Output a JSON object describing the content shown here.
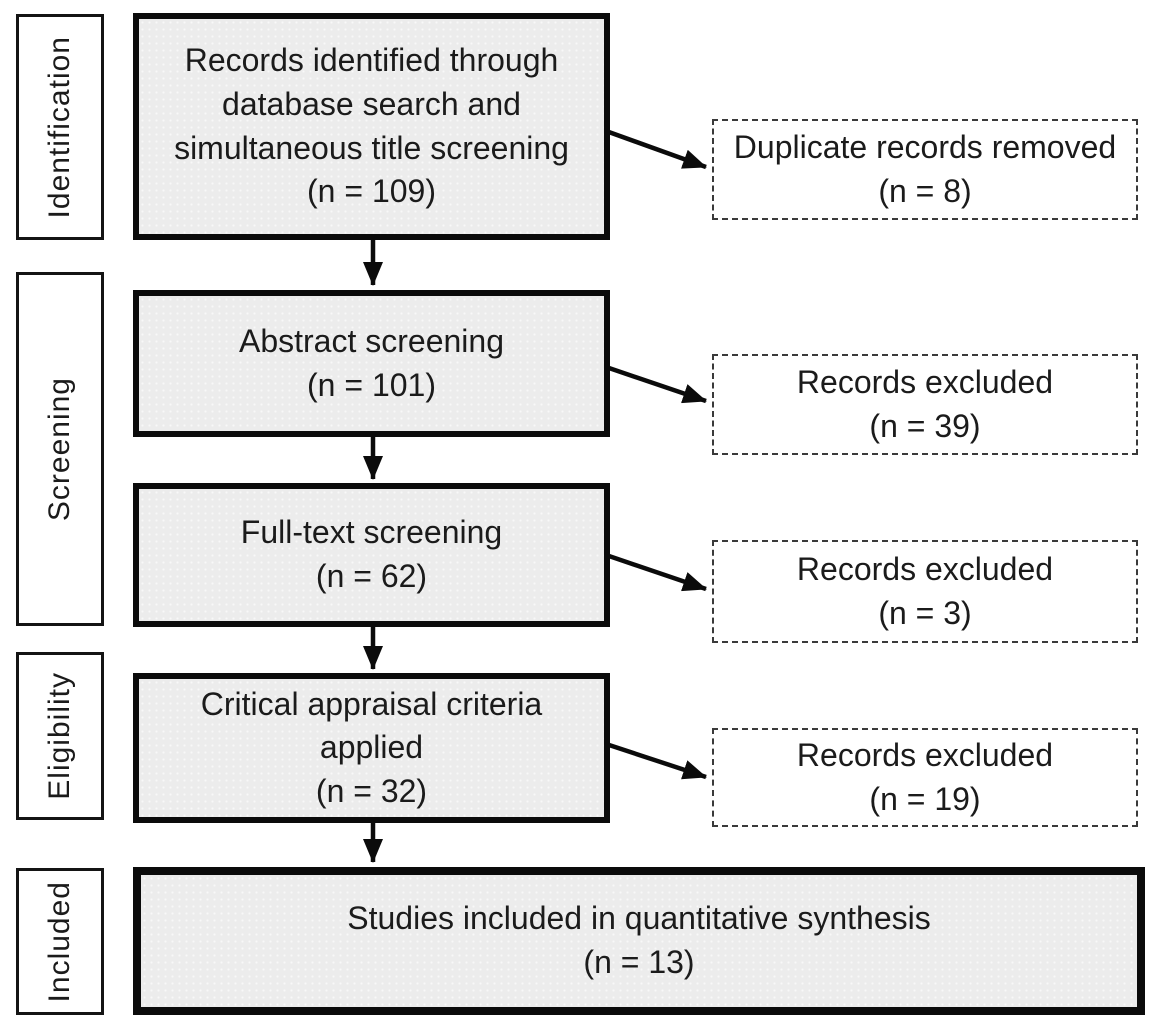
{
  "flow": {
    "stage_labels": [
      {
        "label": "Identification"
      },
      {
        "label": "Screening"
      },
      {
        "label": "Eligibility"
      },
      {
        "label": "Included"
      }
    ],
    "process_boxes": [
      {
        "text": "Records identified through\ndatabase search and\nsimultaneous title screening",
        "count": "(n = 109)"
      },
      {
        "text": "Abstract screening",
        "count": "(n = 101)"
      },
      {
        "text": "Full-text screening",
        "count": "(n = 62)"
      },
      {
        "text": "Critical appraisal criteria\napplied",
        "count": "(n = 32)"
      },
      {
        "text": "Studies included in quantitative synthesis",
        "count": "(n = 13)"
      }
    ],
    "exclusion_boxes": [
      {
        "text": "Duplicate records removed",
        "count": "(n = 8)"
      },
      {
        "text": "Records excluded",
        "count": "(n = 39)"
      },
      {
        "text": "Records excluded",
        "count": "(n = 3)"
      },
      {
        "text": "Records excluded",
        "count": "(n = 19)"
      }
    ],
    "counts": {
      "identified": 109,
      "duplicates_removed": 8,
      "abstract_screened": 101,
      "abstract_excluded": 39,
      "fulltext_screened": 62,
      "fulltext_excluded": 3,
      "appraised": 32,
      "appraisal_excluded": 19,
      "included": 13
    },
    "colors": {
      "box_fill": "#ececec",
      "border": "#0b0b0b",
      "text": "#1b1b1b",
      "background": "#ffffff"
    }
  }
}
